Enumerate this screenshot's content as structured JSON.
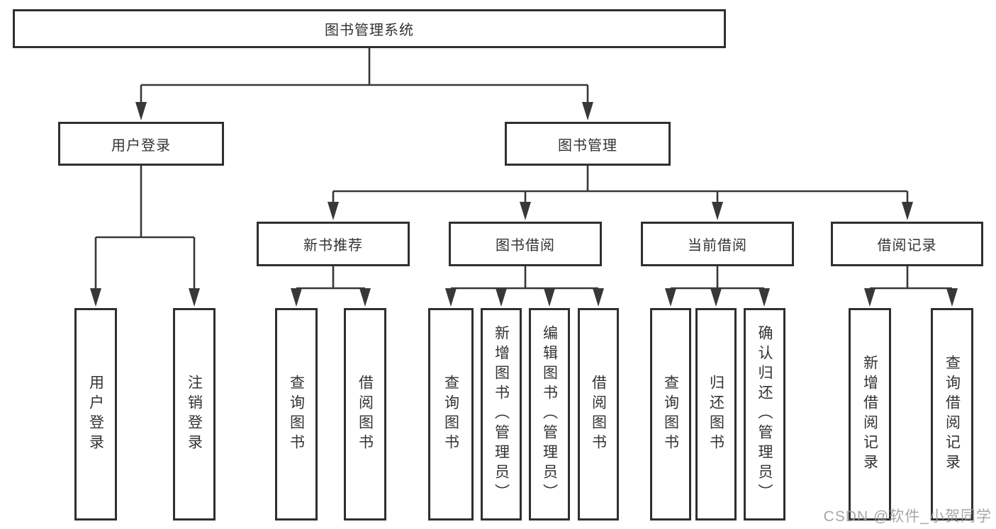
{
  "diagram_type": "hierarchy-tree",
  "tree": {
    "root": {
      "label": "图书管理系统",
      "children": [
        {
          "label": "用户登录",
          "children": [
            {
              "label": "用户登录"
            },
            {
              "label": "注销登录"
            }
          ]
        },
        {
          "label": "图书管理",
          "children": [
            {
              "label": "新书推荐",
              "children": [
                {
                  "label": "查询图书"
                },
                {
                  "label": "借阅图书"
                }
              ]
            },
            {
              "label": "图书借阅",
              "children": [
                {
                  "label": "查询图书"
                },
                {
                  "label": "新增图书（管理员）"
                },
                {
                  "label": "编辑图书（管理员）"
                },
                {
                  "label": "借阅图书"
                }
              ]
            },
            {
              "label": "当前借阅",
              "children": [
                {
                  "label": "查询图书"
                },
                {
                  "label": "归还图书"
                },
                {
                  "label": "确认归还（管理员）"
                }
              ]
            },
            {
              "label": "借阅记录",
              "children": [
                {
                  "label": "新增借阅记录"
                },
                {
                  "label": "查询借阅记录"
                }
              ]
            }
          ]
        }
      ]
    }
  },
  "watermark": {
    "text": "CSDN @软件_小贺同学"
  },
  "colors": {
    "background": "#ffffff",
    "box_border": "#2f2f2f",
    "line": "#383838",
    "text": "#333333",
    "watermark": "#9b9b9b"
  }
}
